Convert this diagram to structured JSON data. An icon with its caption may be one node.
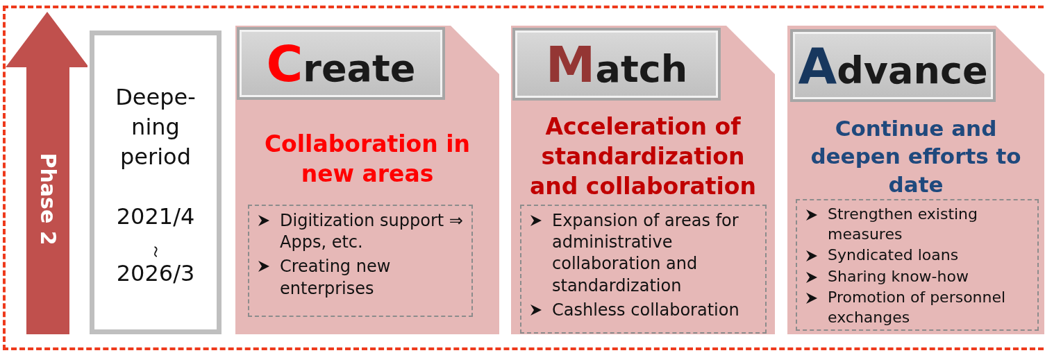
{
  "diagram": {
    "nodes": [
      {
        "text": [],
        "shape": "box"
      },
      {
        "text": [
          "Phase 2"
        ],
        "in": 0
      },
      {
        "text": [
          "Deepe- ning period",
          "2021/4",
          "～",
          "2026/3"
        ],
        "in": 0
      },
      {
        "text": [
          "Collaboration in new areas"
        ],
        "in": 0
      },
      {
        "text": [
          "Create"
        ],
        "in": 3
      },
      {
        "text": [
          "Digitization support ⇒ Apps, etc.",
          "Creating new enterprises"
        ],
        "in": 3
      },
      {
        "text": [
          "Acceleration of standardization and collaboration"
        ],
        "in": 0
      },
      {
        "text": [
          "Match"
        ],
        "in": 6
      },
      {
        "text": [
          "Expansion of areas for administrative collaboration and standardization",
          "Cashless collaboration"
        ],
        "in": 6
      },
      {
        "text": [
          "Continue and deepen efforts to date"
        ],
        "in": 0
      },
      {
        "text": [
          "Advance"
        ],
        "in": 9
      },
      {
        "text": [
          "Strengthen existing measures",
          "Syndicated loans",
          "Sharing know-how",
          "Promotion of personnel exchanges"
        ],
        "in": 9
      }
    ]
  }
}
